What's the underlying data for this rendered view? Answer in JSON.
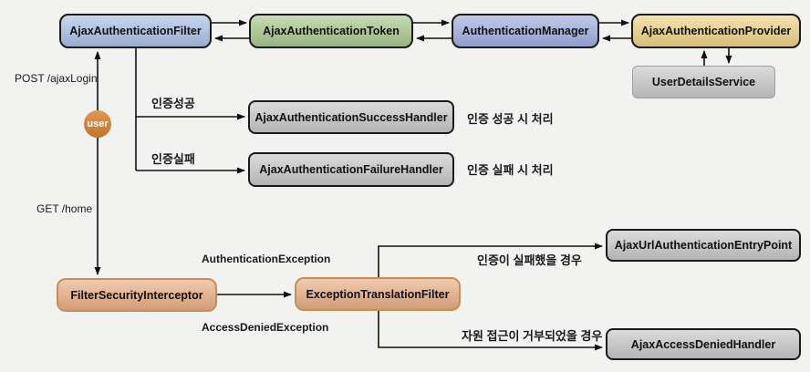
{
  "diagram": {
    "nodes": {
      "ajax_authentication_filter": {
        "label": "AjaxAuthenticationFilter",
        "fill": "#aac0e6"
      },
      "ajax_authentication_token": {
        "label": "AjaxAuthenticationToken",
        "fill": "#a9c88d"
      },
      "authentication_manager": {
        "label": "AuthenticationManager",
        "fill": "#9fafdf"
      },
      "ajax_authentication_provider": {
        "label": "AjaxAuthenticationProvider",
        "fill": "#eed384"
      },
      "user_details_service": {
        "label": "UserDetailsService",
        "fill": "#c9c9c9"
      },
      "ajax_authentication_success_handler": {
        "label": "AjaxAuthenticationSuccessHandler",
        "fill": "#c8c8c8"
      },
      "ajax_authentication_failure_handler": {
        "label": "AjaxAuthenticationFailureHandler",
        "fill": "#c8c8c8"
      },
      "filter_security_interceptor": {
        "label": "FilterSecurityInterceptor",
        "fill": "#eaae83"
      },
      "exception_translation_filter": {
        "label": "ExceptionTranslationFilter",
        "fill": "#eaae83"
      },
      "ajax_url_authentication_entry_point": {
        "label": "AjaxUrlAuthenticationEntryPoint",
        "fill": "#c8c8c8"
      },
      "ajax_access_denied_handler": {
        "label": "AjaxAccessDeniedHandler",
        "fill": "#c8c8c8"
      },
      "user": {
        "label": "user",
        "fill": "#d8812f"
      }
    },
    "labels": {
      "post_ajax_login": "POST /ajaxLogin",
      "get_home": "GET /home",
      "auth_success": "인증성공",
      "auth_failure": "인증실패",
      "success_note": "인증 성공 시 처리",
      "failure_note": "인증 실패 시 처리",
      "authentication_exception": "AuthenticationException",
      "access_denied_exception": "AccessDeniedException",
      "entry_point_note": "인증이 실패했을 경우",
      "denied_note": "자원 접근이 거부되었을 경우"
    },
    "colors": {
      "background": "#f2f2f1",
      "line": "#111111",
      "node_border_dark": "#1a1a1a",
      "node_border_orange": "#c98d57",
      "node_border_gray": "#9e9e9e",
      "blue": "#aac0e6",
      "periwinkle": "#9fafdf",
      "green": "#a9c88d",
      "yellow": "#eed384",
      "gray": "#c8c8c8",
      "orange": "#eaae83",
      "user_orange": "#d8812f"
    }
  }
}
